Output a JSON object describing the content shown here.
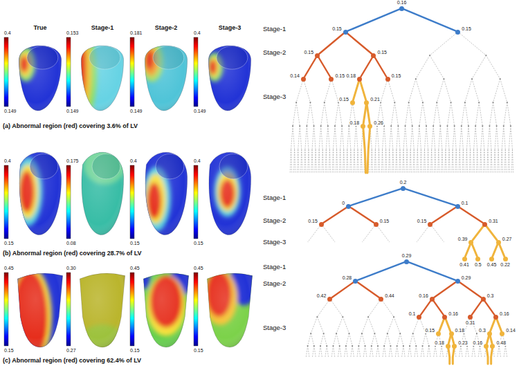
{
  "diagram": {
    "nodes": [
      {
        "text": [
          "0.16"
        ]
      },
      {
        "text": [
          "0.15"
        ]
      },
      {
        "text": [
          "0.15"
        ]
      },
      {
        "text": [
          "0.15"
        ]
      },
      {
        "text": [
          "0.15"
        ]
      },
      {
        "text": [
          "0.14"
        ]
      },
      {
        "text": [
          "0.15"
        ]
      },
      {
        "text": [
          "0.18"
        ]
      },
      {
        "text": [
          "0.15"
        ]
      },
      {
        "text": [
          "0.15"
        ]
      },
      {
        "text": [
          "0.21"
        ]
      },
      {
        "text": [
          "0.18"
        ]
      },
      {
        "text": [
          "0.26"
        ]
      },
      {
        "text": [
          "0.2"
        ]
      },
      {
        "text": [
          "0"
        ]
      },
      {
        "text": [
          "0.1"
        ]
      },
      {
        "text": [
          "0.15"
        ]
      },
      {
        "text": [
          "0.15"
        ]
      },
      {
        "text": [
          "0.15"
        ]
      },
      {
        "text": [
          "0.31"
        ]
      },
      {
        "text": [
          "0.39"
        ]
      },
      {
        "text": [
          "0.27"
        ]
      },
      {
        "text": [
          "0.41"
        ]
      },
      {
        "text": [
          "0.5"
        ]
      },
      {
        "text": [
          "0.45"
        ]
      },
      {
        "text": [
          "0.22"
        ]
      },
      {
        "text": [
          "0.29"
        ]
      },
      {
        "text": [
          "0.28"
        ]
      },
      {
        "text": [
          "0.29"
        ]
      },
      {
        "text": [
          "0.42"
        ]
      },
      {
        "text": [
          "0.44"
        ]
      },
      {
        "text": [
          "0.16"
        ]
      },
      {
        "text": [
          "0.3"
        ]
      },
      {
        "text": [
          "0.1"
        ]
      },
      {
        "text": [
          "0.16"
        ]
      },
      {
        "text": [
          "0.31"
        ]
      },
      {
        "text": [
          "0.16"
        ]
      },
      {
        "text": [
          "0.15"
        ]
      },
      {
        "text": [
          "0.18"
        ]
      },
      {
        "text": [
          "0.3"
        ]
      },
      {
        "text": [
          "0.14"
        ]
      },
      {
        "text": [
          "0.18"
        ]
      },
      {
        "text": [
          "0.23"
        ]
      },
      {
        "text": [
          "0.16"
        ]
      },
      {
        "text": [
          "0.48"
        ]
      }
    ],
    "edges": [
      {
        "from": 0,
        "to": 1,
        "arrow": "none"
      },
      {
        "from": 0,
        "to": 2,
        "arrow": "none"
      },
      {
        "from": 1,
        "to": 3,
        "arrow": "none"
      },
      {
        "from": 1,
        "to": 4,
        "arrow": "none"
      },
      {
        "from": 3,
        "to": 5,
        "arrow": "none"
      },
      {
        "from": 3,
        "to": 6,
        "arrow": "none"
      },
      {
        "from": 4,
        "to": 7,
        "arrow": "none"
      },
      {
        "from": 4,
        "to": 8,
        "arrow": "none"
      },
      {
        "from": 7,
        "to": 9,
        "arrow": "none"
      },
      {
        "from": 7,
        "to": 10,
        "arrow": "none"
      },
      {
        "from": 10,
        "to": 11,
        "arrow": "none"
      },
      {
        "from": 10,
        "to": 12,
        "arrow": "none"
      },
      {
        "from": 13,
        "to": 14,
        "arrow": "none"
      },
      {
        "from": 13,
        "to": 15,
        "arrow": "none"
      },
      {
        "from": 14,
        "to": 16,
        "arrow": "none"
      },
      {
        "from": 14,
        "to": 17,
        "arrow": "none"
      },
      {
        "from": 15,
        "to": 18,
        "arrow": "none"
      },
      {
        "from": 15,
        "to": 19,
        "arrow": "none"
      },
      {
        "from": 19,
        "to": 20,
        "arrow": "none"
      },
      {
        "from": 19,
        "to": 21,
        "arrow": "none"
      },
      {
        "from": 20,
        "to": 22,
        "arrow": "none"
      },
      {
        "from": 20,
        "to": 23,
        "arrow": "none"
      },
      {
        "from": 21,
        "to": 24,
        "arrow": "none"
      },
      {
        "from": 21,
        "to": 25,
        "arrow": "none"
      },
      {
        "from": 26,
        "to": 27,
        "arrow": "none"
      },
      {
        "from": 26,
        "to": 28,
        "arrow": "none"
      },
      {
        "from": 27,
        "to": 29,
        "arrow": "none"
      },
      {
        "from": 27,
        "to": 30,
        "arrow": "none"
      },
      {
        "from": 28,
        "to": 31,
        "arrow": "none"
      },
      {
        "from": 28,
        "to": 32,
        "arrow": "none"
      },
      {
        "from": 31,
        "to": 33,
        "arrow": "none"
      },
      {
        "from": 31,
        "to": 34,
        "arrow": "none"
      },
      {
        "from": 32,
        "to": 35,
        "arrow": "none"
      },
      {
        "from": 32,
        "to": 36,
        "arrow": "none"
      },
      {
        "from": 34,
        "to": 37,
        "arrow": "none"
      },
      {
        "from": 34,
        "to": 38,
        "arrow": "none"
      },
      {
        "from": 36,
        "to": 39,
        "arrow": "none"
      },
      {
        "from": 36,
        "to": 40,
        "arrow": "none"
      },
      {
        "from": 38,
        "to": 41,
        "arrow": "none"
      },
      {
        "from": 38,
        "to": 42,
        "arrow": "none"
      },
      {
        "from": 39,
        "to": 43,
        "arrow": "none"
      },
      {
        "from": 39,
        "to": 44,
        "arrow": "none"
      }
    ],
    "labels": [
      "True",
      "Stage-1",
      "Stage-2",
      "Stage-3",
      "0.4",
      "0.149",
      "0.153",
      "0.149",
      "0.181",
      "0.149",
      "0.4",
      "0.149",
      "(a) Abnormal region (red) covering 3.6% of LV",
      "Stage-1",
      "Stage-2",
      "Stage-3",
      "0.4",
      "0.15",
      "0.175",
      "0.08",
      "0.4",
      "0.15",
      "0.4",
      "0.15",
      "(b) Abnormal region (red) covering 28.7% of LV",
      "Stage-1",
      "Stage-2",
      "Stage-3",
      "0.45",
      "0.15",
      "0.30",
      "0.27",
      "0.45",
      "0.15",
      "0.45",
      "0.15",
      "(c) Abnormal region (red) covering 62.4% of LV",
      "Stage-1",
      "Stage-2",
      "Stage-3"
    ]
  }
}
